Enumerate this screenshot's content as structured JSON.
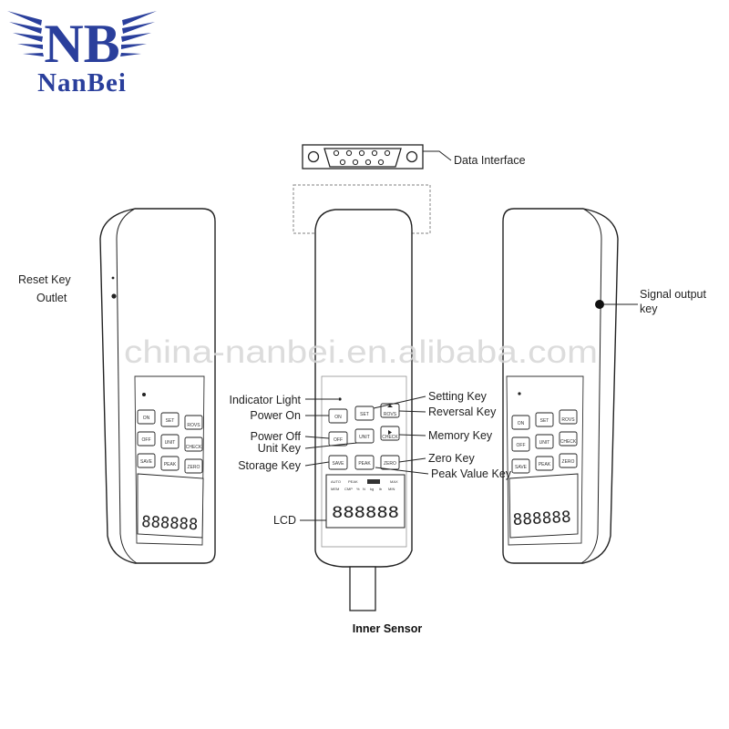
{
  "logo": {
    "mark": "NB",
    "name": "NanBei"
  },
  "watermark": "china-nanbei.en.alibaba.com",
  "labels": {
    "data_interface": "Data Interface",
    "reset_key": "Reset Key",
    "outlet": "Outlet",
    "signal_output_line1": "Signal output",
    "signal_output_line2": "key",
    "indicator_light": "Indicator Light",
    "power_on": "Power On",
    "power_off": "Power Off",
    "unit_key": "Unit Key",
    "storage_key": "Storage Key",
    "setting_key": "Setting Key",
    "reversal_key": "Reversal Key",
    "memory_key": "Memory Key",
    "zero_key": "Zero Key",
    "peak_value_key": "Peak Value Key",
    "lcd": "LCD",
    "inner_sensor": "Inner Sensor"
  },
  "keys": {
    "on": "ON",
    "set": "SET",
    "rev": "ROVS",
    "off": "OFF",
    "unit": "UNIT",
    "check": "CHECK",
    "save": "SAVE",
    "peak": "PEAK",
    "zero": "ZERO"
  },
  "lcd": {
    "row1": [
      "AUTO",
      "PEAK",
      "MAX"
    ],
    "row2": [
      "MEM",
      "CMP",
      "%",
      "N",
      "kg",
      "lb",
      "MIN"
    ],
    "digits": "888888"
  },
  "colors": {
    "brand": "#2a3f9c",
    "line": "#333333"
  }
}
